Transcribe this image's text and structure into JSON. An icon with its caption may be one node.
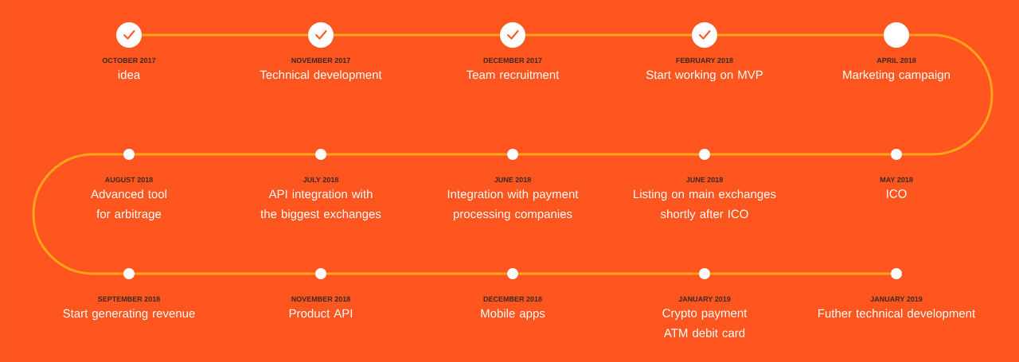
{
  "diagram": {
    "nodes": [
      {
        "text": [
          "OCTOBER 2017",
          "idea"
        ]
      },
      {
        "text": [
          "NOVEMBER 2017",
          "Technical development"
        ]
      },
      {
        "text": [
          "DECEMBER 2017",
          "Team recruitment"
        ]
      },
      {
        "text": [
          "FEBRUARY 2018",
          "Start working on MVP"
        ]
      },
      {
        "text": [
          "APRIL 2018",
          "Marketing campaign"
        ]
      },
      {
        "text": [
          "AUGUST 2018",
          "Advanced tool for arbitrage"
        ]
      },
      {
        "text": [
          "JULY 2018",
          "API integration with the biggest exchanges"
        ]
      },
      {
        "text": [
          "JUNE 2018",
          "Integration with payment processing companies"
        ]
      },
      {
        "text": [
          "JUNE 2018",
          "Listing on main exchanges shortly after ICO"
        ]
      },
      {
        "text": [
          "MAY 2018",
          "ICO"
        ]
      },
      {
        "text": [
          "SEPTEMBER 2018",
          "Start generating revenue"
        ]
      },
      {
        "text": [
          "NOVEMBER 2018",
          "Product API"
        ]
      },
      {
        "text": [
          "DECEMBER 2018",
          "Mobile apps"
        ]
      },
      {
        "text": [
          "JANUARY 2019",
          "Crypto payment ATM debit card"
        ]
      },
      {
        "text": [
          "JANUARY 2019",
          "Futher technical development"
        ]
      }
    ],
    "edges": [
      {
        "from": 0,
        "to": 1,
        "arrow": "none"
      },
      {
        "from": 1,
        "to": 2,
        "arrow": "none"
      },
      {
        "from": 2,
        "to": 3,
        "arrow": "none"
      },
      {
        "from": 3,
        "to": 4,
        "arrow": "none"
      },
      {
        "from": 4,
        "to": 9,
        "arrow": "none"
      },
      {
        "from": 9,
        "to": 8,
        "arrow": "none"
      },
      {
        "from": 8,
        "to": 7,
        "arrow": "none"
      },
      {
        "from": 7,
        "to": 6,
        "arrow": "none"
      },
      {
        "from": 6,
        "to": 5,
        "arrow": "none"
      },
      {
        "from": 5,
        "to": 10,
        "arrow": "none"
      },
      {
        "from": 10,
        "to": 11,
        "arrow": "none"
      },
      {
        "from": 11,
        "to": 12,
        "arrow": "none"
      },
      {
        "from": 12,
        "to": 13,
        "arrow": "none"
      },
      {
        "from": 13,
        "to": 14,
        "arrow": "none"
      }
    ]
  }
}
